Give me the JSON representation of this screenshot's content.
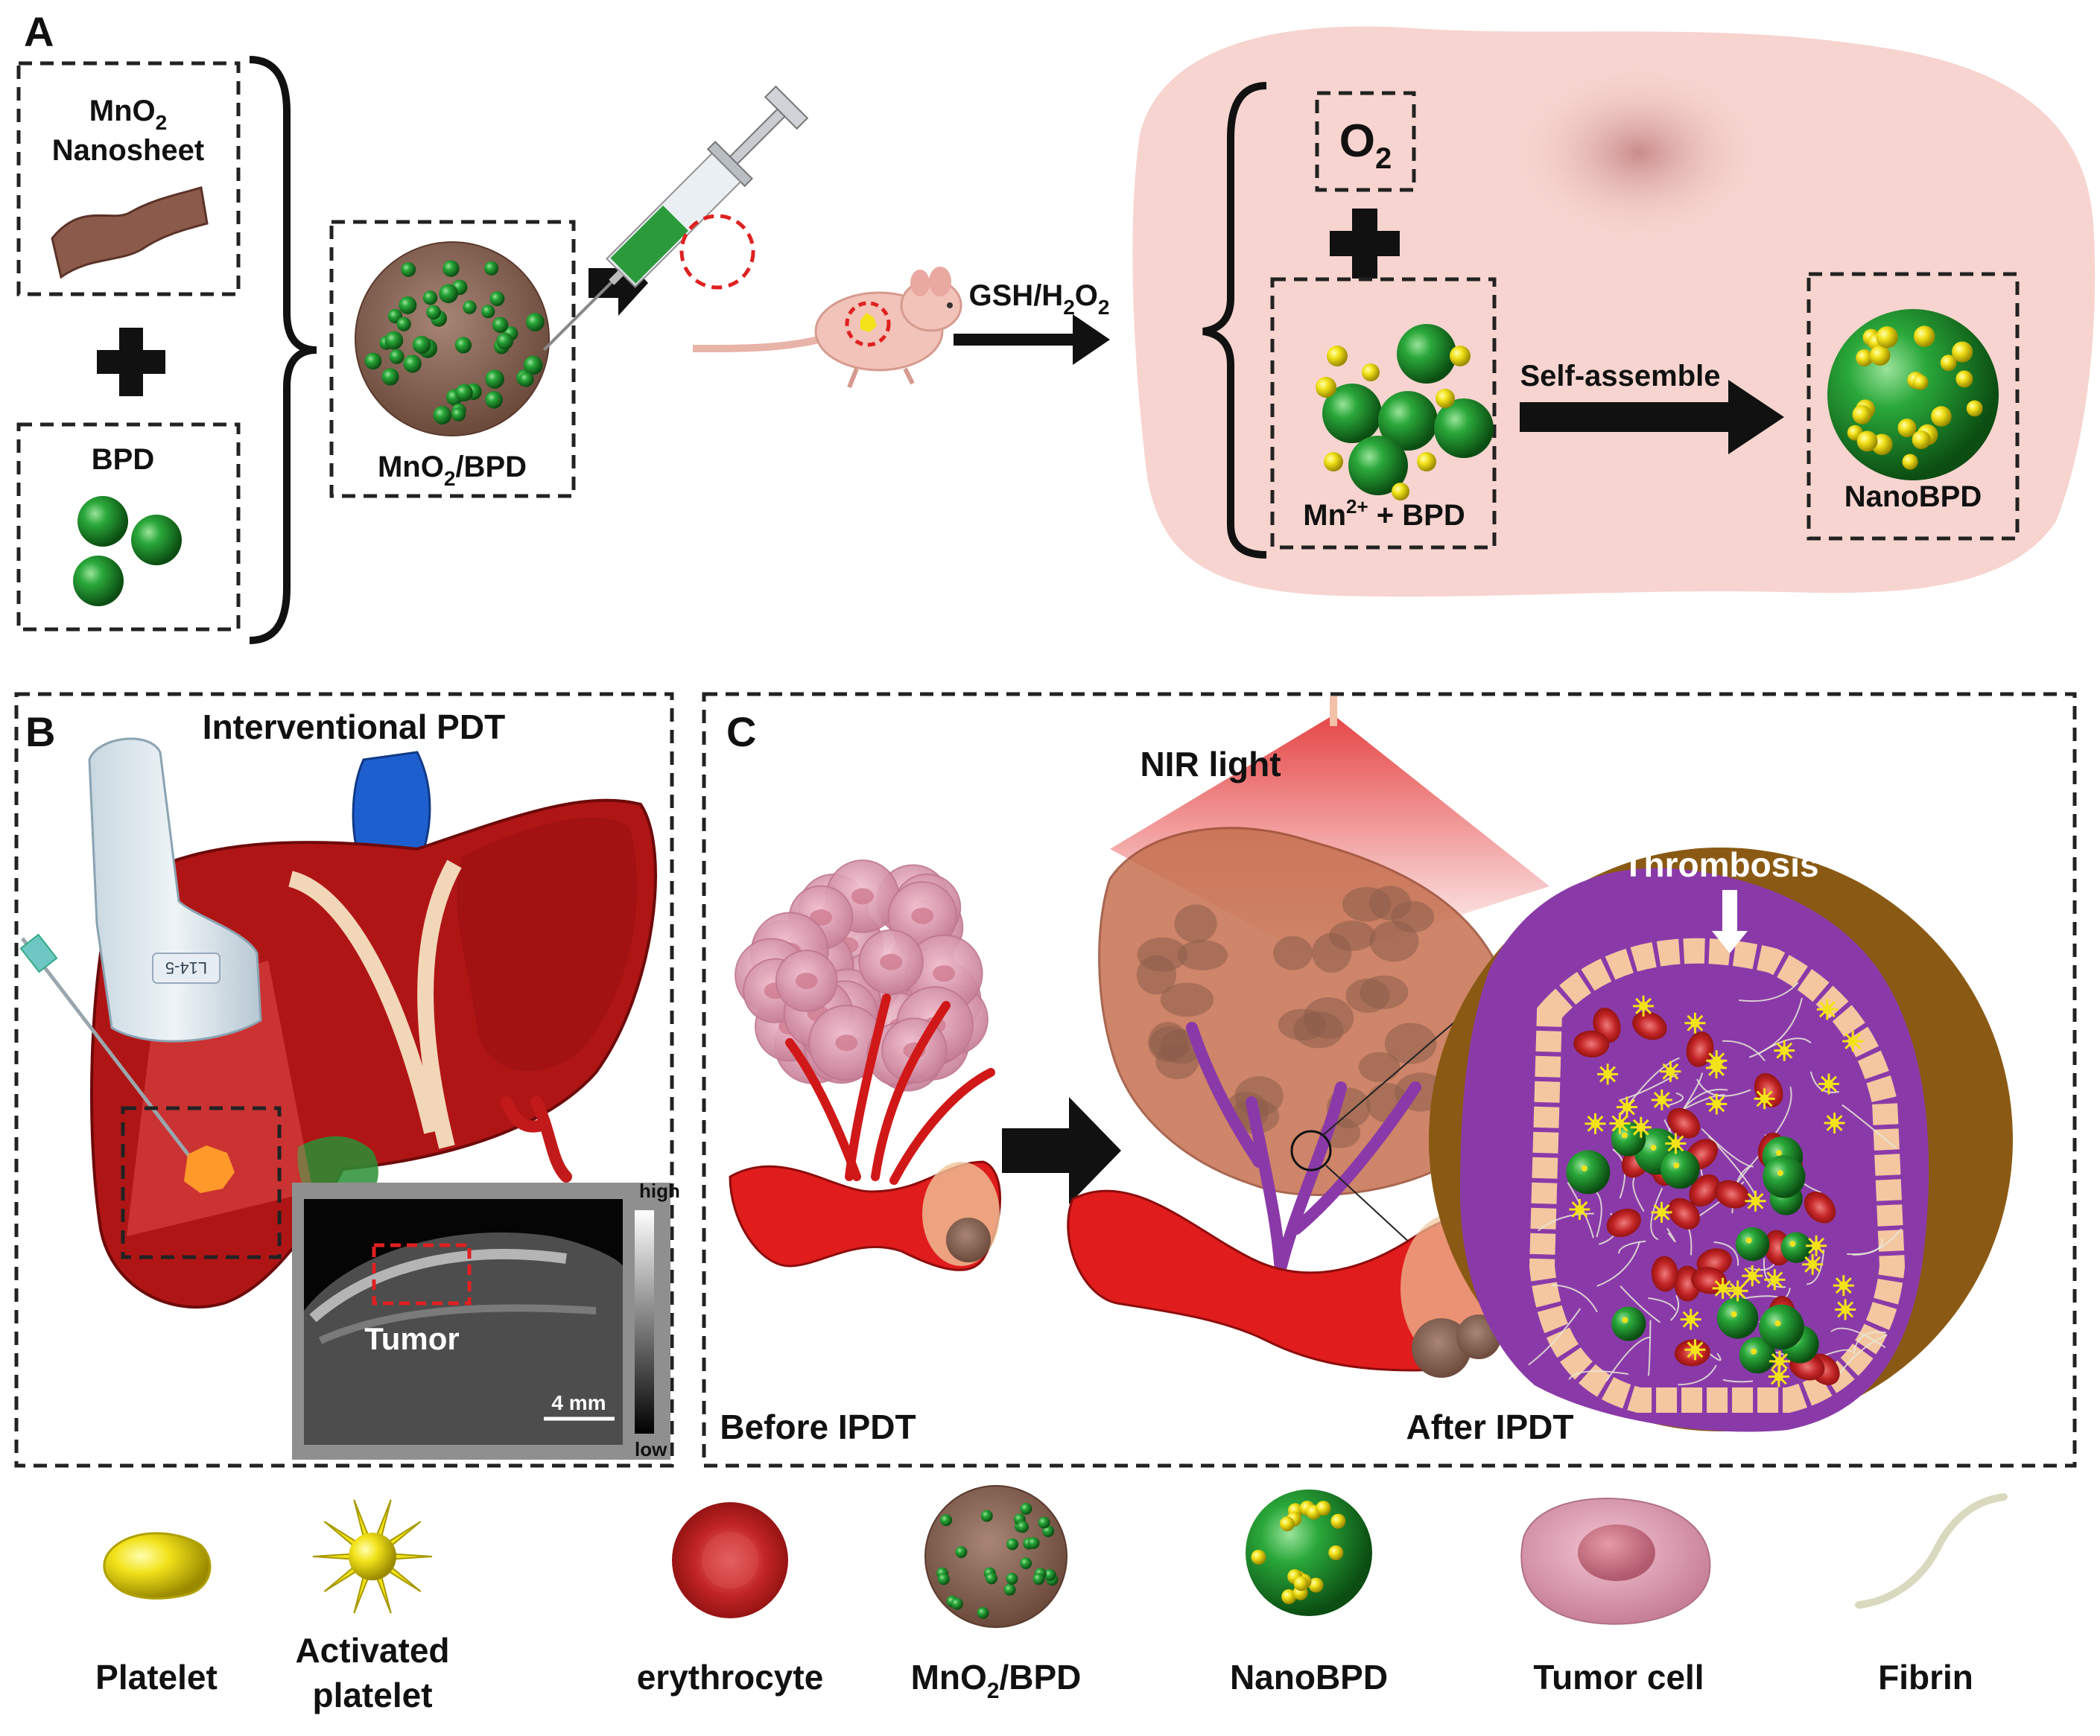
{
  "panel_a": {
    "letter": "A",
    "mno2_line1": "MnO",
    "mno2_sub": "2",
    "mno2_line2": "Nanosheet",
    "bpd": "BPD",
    "composite_base": "MnO",
    "composite_sub": "2",
    "composite_rest": "/BPD",
    "trigger_base": "GSH/H",
    "trigger_sub1": "2",
    "trigger_mid": "O",
    "trigger_sub2": "2",
    "o2_base": "O",
    "o2_sub": "2",
    "mn_base": "Mn",
    "mn_sup": "2+",
    "mn_rest": " + BPD",
    "self_assemble": "Self-assemble",
    "nanobpd": "NanoBPD"
  },
  "panel_b": {
    "letter": "B",
    "title": "Interventional PDT",
    "probe_text": "L14-5",
    "us_high": "high",
    "us_low": "low",
    "us_tumor": "Tumor",
    "us_scale": "4 mm"
  },
  "panel_c": {
    "letter": "C",
    "nir": "NIR light",
    "thrombosis": "Thrombosis",
    "before": "Before IPDT",
    "after": "After IPDT"
  },
  "legend": {
    "platelet": "Platelet",
    "activated_1": "Activated",
    "activated_2": "platelet",
    "erythrocyte": "erythrocyte",
    "mno2bpd_base": "MnO",
    "mno2bpd_sub": "2",
    "mno2bpd_rest": "/BPD",
    "nanobpd": "NanoBPD",
    "tumor_cell": "Tumor cell",
    "fibrin": "Fibrin"
  },
  "colors": {
    "cell_background": "#f7d4cf",
    "sphere_green": "#1f8f2a",
    "platelet_yellow": "#f2e21a",
    "liver_red": "#b01515",
    "vessel_red": "#d81c1c",
    "thrombus_purple": "#8a3aa8",
    "tissue_brown": "#8a5a14",
    "tumor_pink": "#eaa0b8",
    "mno2_brown": "#8c6a5a",
    "nir_red": "#e02020"
  }
}
